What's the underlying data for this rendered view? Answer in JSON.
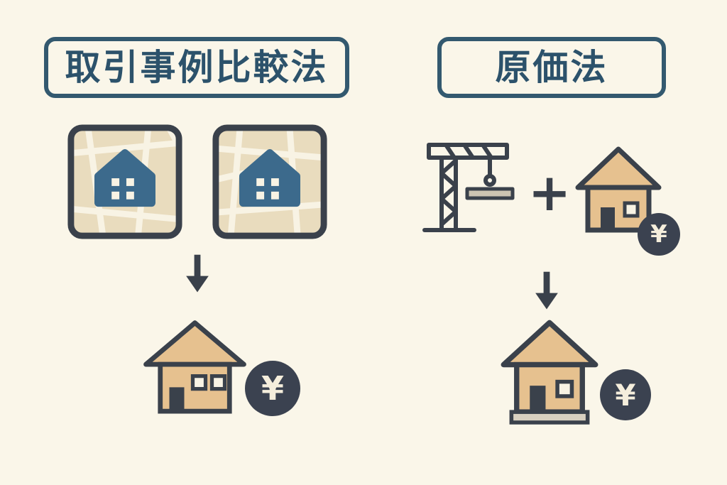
{
  "left": {
    "title": "取引事例比較法",
    "map_tiles_count": 2,
    "result_coin_symbol": "¥"
  },
  "right": {
    "title": "原価法",
    "plus_symbol": "+",
    "house_coin_symbol": "¥",
    "result_coin_symbol": "¥"
  },
  "colors": {
    "background": "#FAF6E9",
    "title_border": "#33596F",
    "title_text": "#2C526B",
    "outline_dark": "#3A414B",
    "house_blue": "#3C6A8C",
    "map_beige": "#E9DCBE",
    "road_cream": "#F8F3E4",
    "house_tan": "#E6C18F",
    "coin_dark": "#3B4250",
    "coin_text": "#F5EEDC",
    "beam_gray": "#CCC4B2",
    "base_gray": "#D8D0C0"
  },
  "icons": {
    "left_map_tile": "map-with-house-icon",
    "left_arrow": "down-arrow-icon",
    "left_result": "house-icon",
    "left_coin": "yen-coin-icon",
    "right_crane": "construction-crane-icon",
    "right_plus": "plus-icon",
    "right_house": "house-icon",
    "right_house_coin": "yen-coin-icon",
    "right_arrow": "down-arrow-icon",
    "right_result": "house-with-base-icon",
    "right_result_coin": "yen-coin-icon"
  }
}
